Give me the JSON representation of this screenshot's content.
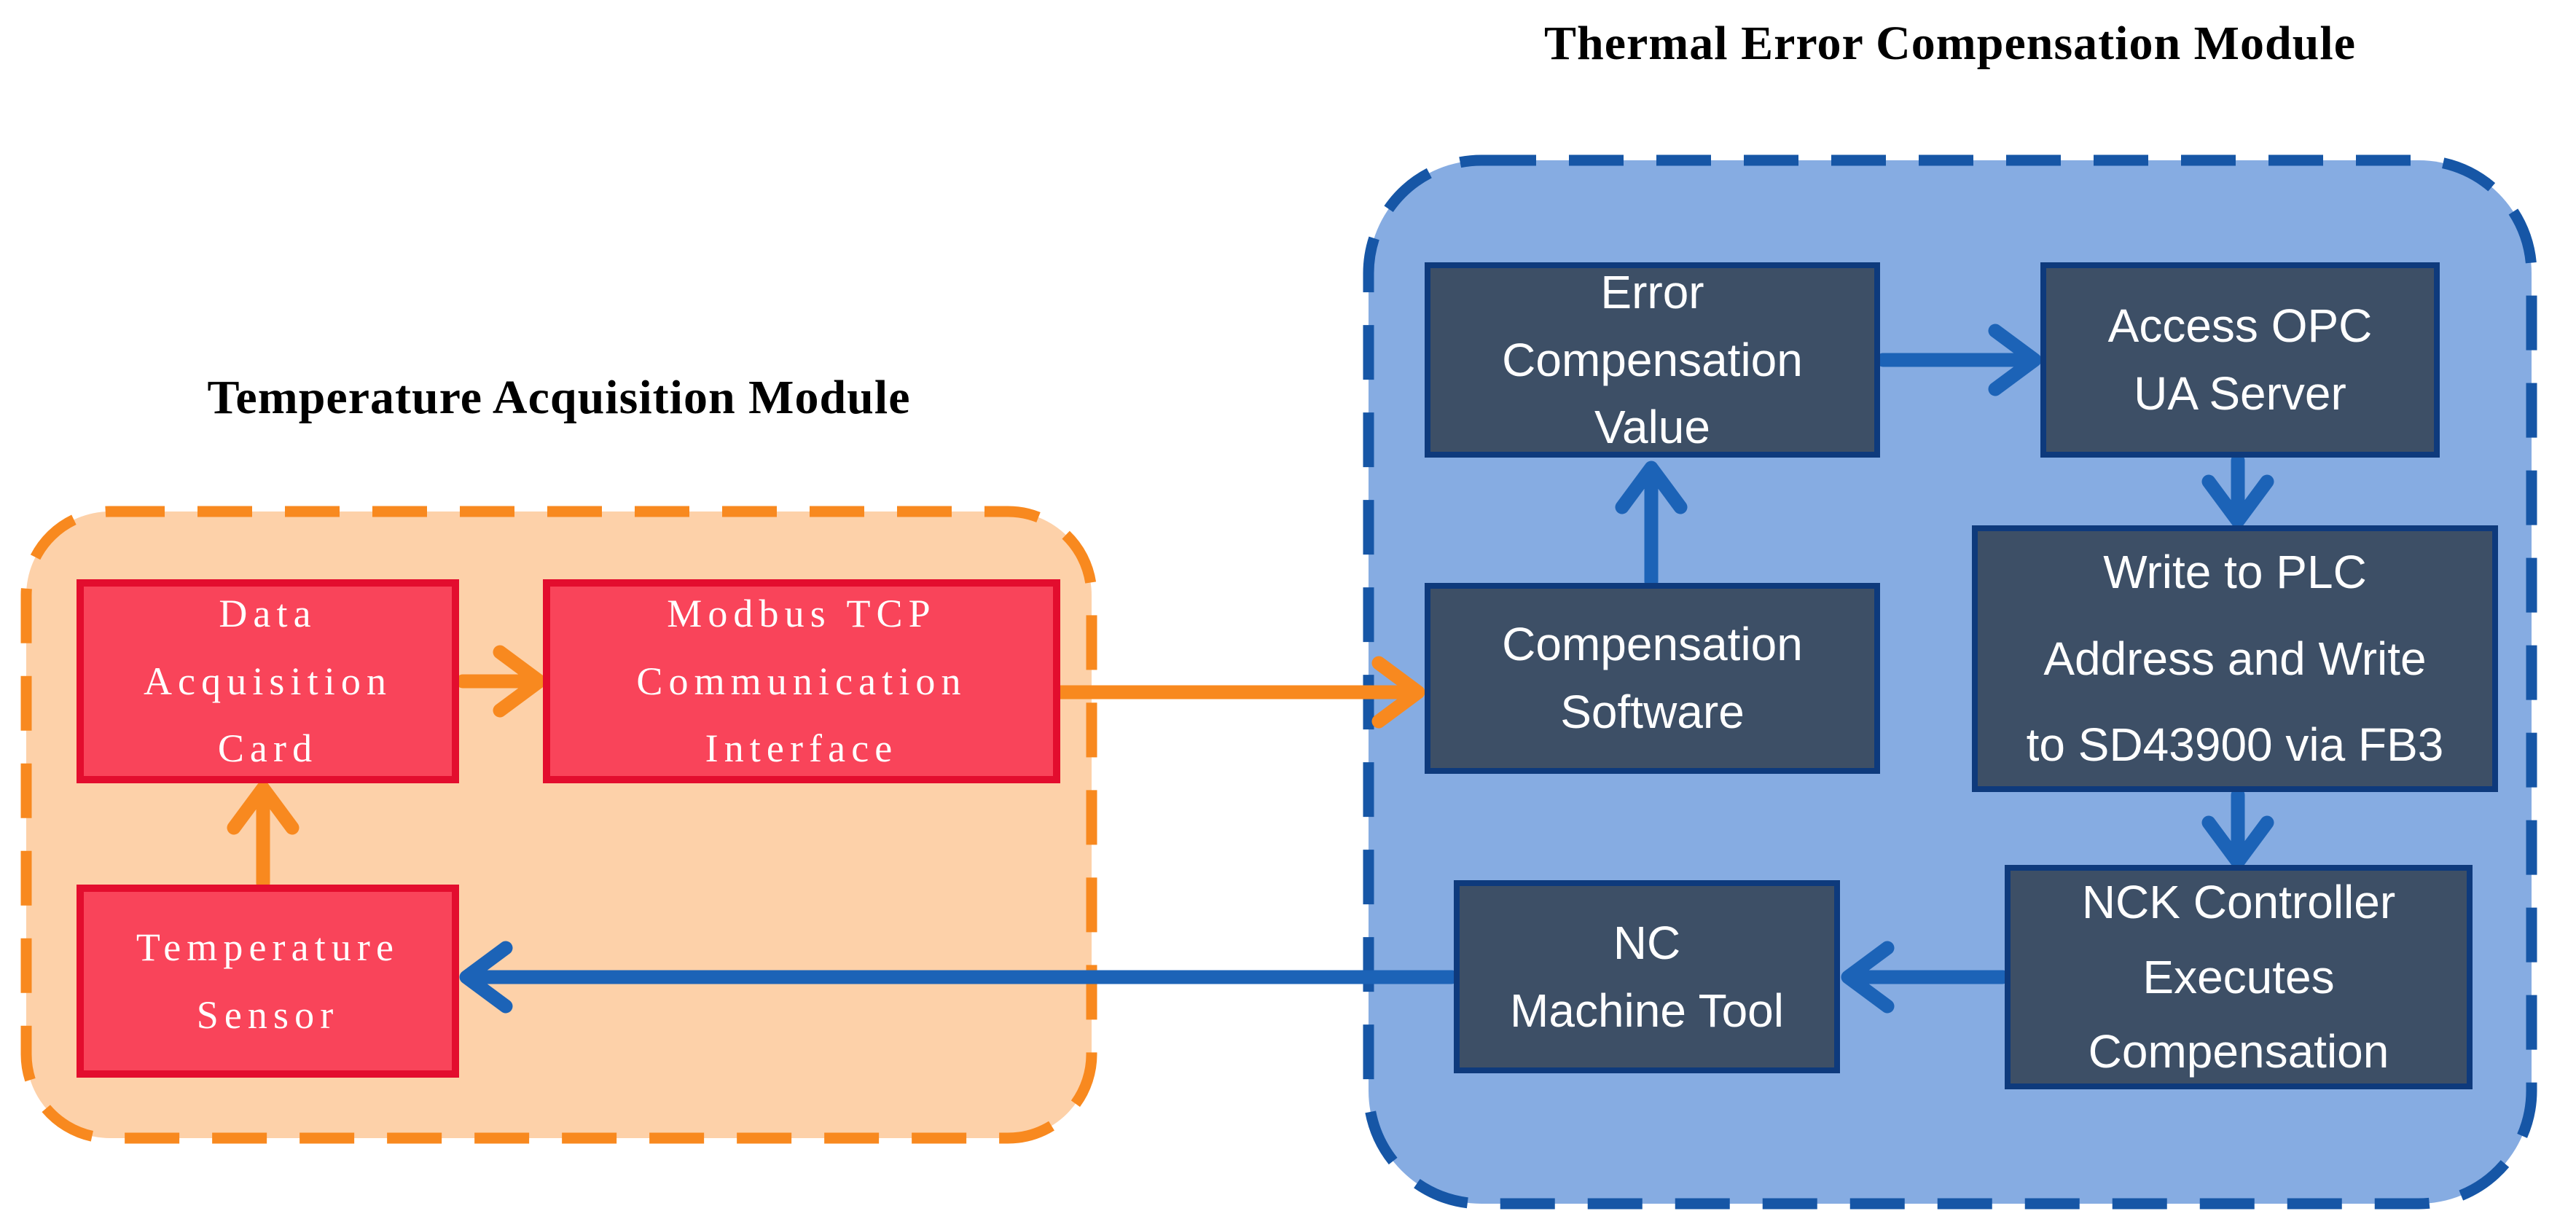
{
  "colors": {
    "page_bg": "#FFFFFF",
    "orange_fill": "#FDD1A9",
    "orange_accent": "#F8891F",
    "red_fill": "#F9445A",
    "red_border": "#E30D2E",
    "blue_fill": "#86ACE2",
    "blue_border": "#1656A6",
    "dark_fill": "#3D4F66",
    "dark_border": "#0E3A7C",
    "arrow_blue": "#1C63B7",
    "title_text": "#000000",
    "box_text": "#FFFFFF"
  },
  "left_module": {
    "title": "Temperature Acquisition Module",
    "nodes": {
      "daq": {
        "label": "Data\nAcquisition\nCard"
      },
      "modbus": {
        "label": "Modbus TCP\nCommunication\nInterface"
      },
      "tsensor": {
        "label": "Temperature\nSensor"
      }
    }
  },
  "right_module": {
    "title": "Thermal Error Compensation Module",
    "nodes": {
      "ecv": {
        "label": "Error\nCompensation\nValue"
      },
      "opc": {
        "label": "Access OPC\nUA Server"
      },
      "csw": {
        "label": "Compensation\nSoftware"
      },
      "plc": {
        "label": "Write to PLC\nAddress and Write\nto SD43900 via FB3"
      },
      "ncm": {
        "label": "NC\nMachine Tool"
      },
      "nck": {
        "label": "NCK Controller\nExecutes\nCompensation"
      }
    }
  },
  "edges": [
    {
      "from": "Temperature Sensor",
      "to": "Data Acquisition Card",
      "color": "orange"
    },
    {
      "from": "Data Acquisition Card",
      "to": "Modbus TCP Communication Interface",
      "color": "orange"
    },
    {
      "from": "Modbus TCP Communication Interface",
      "to": "Compensation Software",
      "color": "orange"
    },
    {
      "from": "Compensation Software",
      "to": "Error Compensation Value",
      "color": "blue"
    },
    {
      "from": "Error Compensation Value",
      "to": "Access OPC UA Server",
      "color": "blue"
    },
    {
      "from": "Access OPC UA Server",
      "to": "Write to PLC Address and Write to SD43900 via FB3",
      "color": "blue"
    },
    {
      "from": "Write to PLC Address and Write to SD43900 via FB3",
      "to": "NCK Controller Executes Compensation",
      "color": "blue"
    },
    {
      "from": "NCK Controller Executes Compensation",
      "to": "NC Machine Tool",
      "color": "blue"
    },
    {
      "from": "NC Machine Tool",
      "to": "Temperature Sensor",
      "color": "blue"
    }
  ]
}
